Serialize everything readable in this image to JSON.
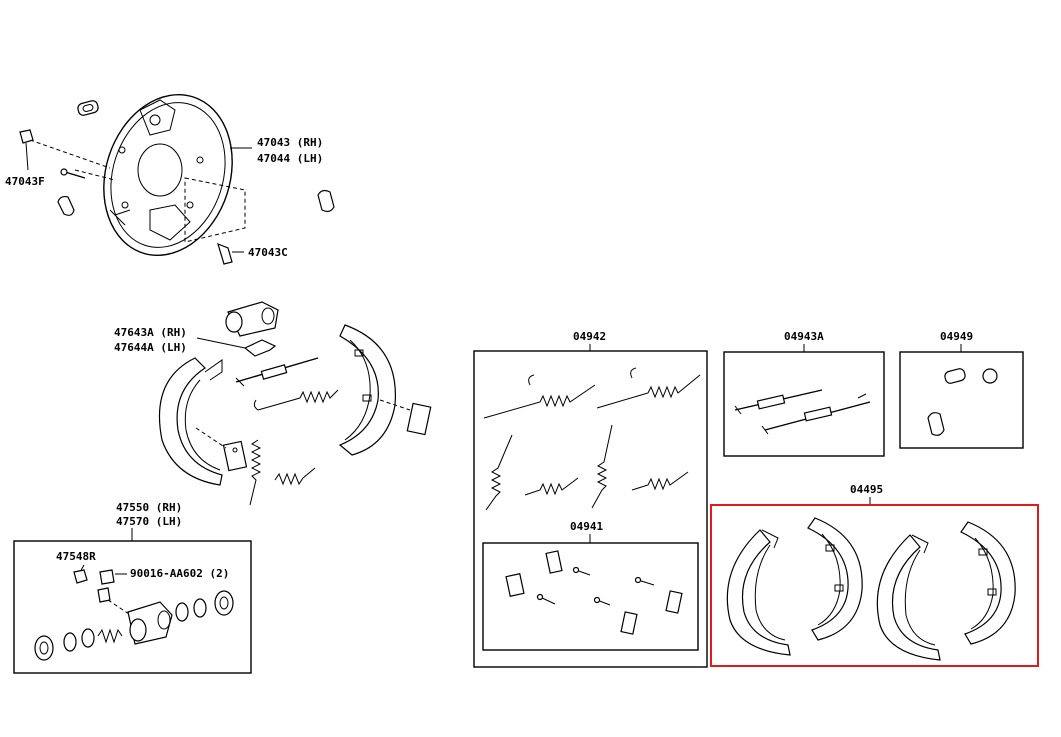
{
  "diagram": {
    "highlight_color": "#e01b1b",
    "labels": {
      "backing_plate_rh": "47043 (RH)",
      "backing_plate_lh": "47044 (LH)",
      "plug_left": "47043F",
      "bolt_bottom": "47043C",
      "lever_rh": "47643A (RH)",
      "lever_lh": "47644A (LH)",
      "cylinder_rh": "47550 (RH)",
      "cylinder_lh": "47570 (LH)",
      "bleeder": "47548R",
      "screw": "90016-AA602 (2)",
      "kit_springs": "04942",
      "kit_adjuster": "04943A",
      "kit_plugs": "04949",
      "kit_shoes": "04495",
      "kit_pins": "04941"
    }
  }
}
